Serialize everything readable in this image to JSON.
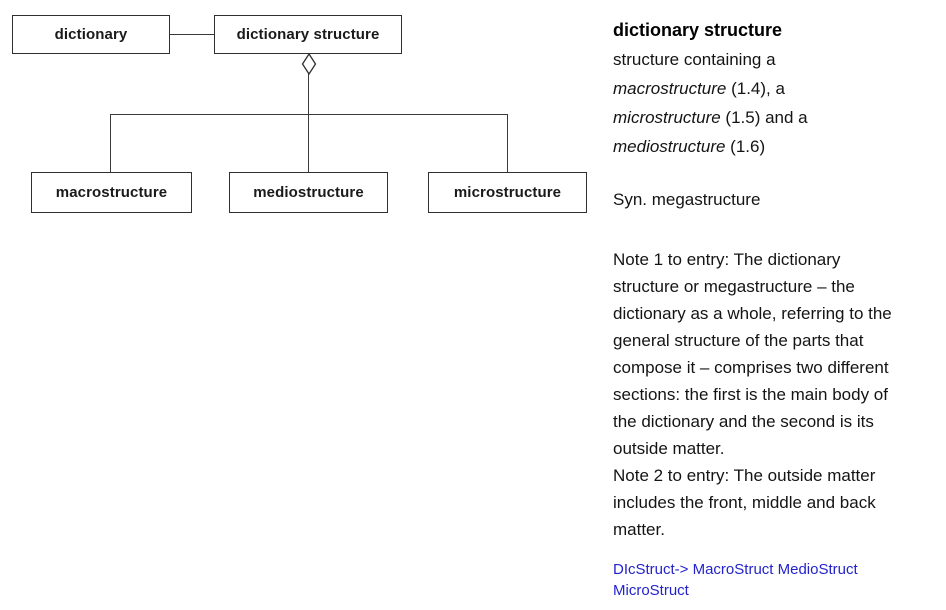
{
  "colors": {
    "link": "#2323CC",
    "line": "#3a3a3a",
    "text": "#111111"
  },
  "diagram": {
    "dictionary_label": "dictionary",
    "dictionary_structure_label": "dictionary structure",
    "macrostructure_label": "macrostructure",
    "mediostructure_label": "mediostructure",
    "microstructure_label": "microstructure",
    "connector_type": "hollow-diamond-aggregation"
  },
  "entry": {
    "term": "dictionary structure",
    "definition": {
      "line1": "structure containing a",
      "line2_italic": "macrostructure",
      "line2_rest": " (1.4), a",
      "line3_italic": "microstructure",
      "line3_rest": " (1.5) and a",
      "line4_italic": "mediostructure",
      "line4_rest": " (1.6)"
    },
    "synonym": "Syn. megastructure",
    "notes": "Note 1 to entry: The dictionary\nstructure or megastructure – the\ndictionary as a whole, referring to the\ngeneral structure of the parts that\ncompose it – comprises two different\nsections: the first is the main body of\nthe dictionary and the second is its\noutside matter.\nNote 2 to entry: The outside matter\nincludes the front, middle and back\nmatter.",
    "cross_reference": "DIcStruct-> MacroStruct MedioStruct\nMicroStruct"
  }
}
